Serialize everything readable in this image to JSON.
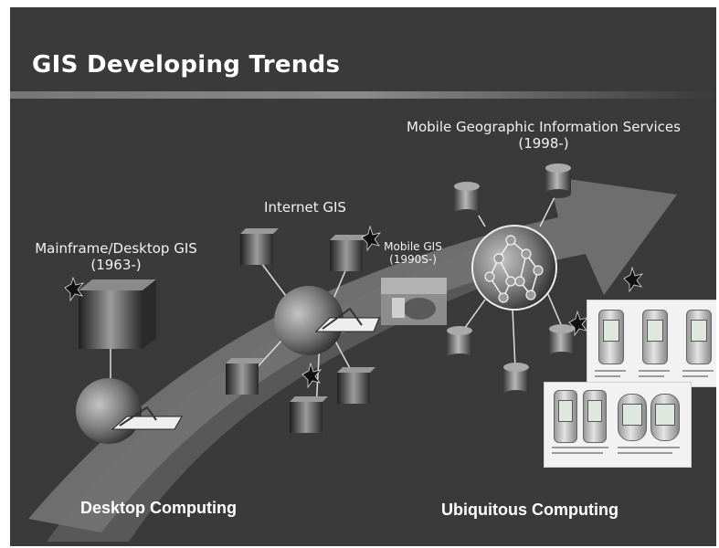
{
  "slide": {
    "title": "GIS Developing Trends",
    "stages": {
      "mainframe": {
        "name": "Mainframe/Desktop GIS",
        "years": "(1963-)"
      },
      "internet": {
        "name": "Internet GIS"
      },
      "mobile_gis": {
        "name": "Mobile GIS",
        "years": "(1990S-)"
      },
      "mobile_services": {
        "name": "Mobile Geographic Information Services",
        "years": "(1998-)"
      }
    },
    "arrow_labels": {
      "start": "Desktop Computing",
      "end": "Ubiquitous Computing"
    }
  },
  "colors": {
    "background": "#3a3a3a",
    "arrow": "#6e6e6e",
    "text": "#f2f2f2"
  }
}
